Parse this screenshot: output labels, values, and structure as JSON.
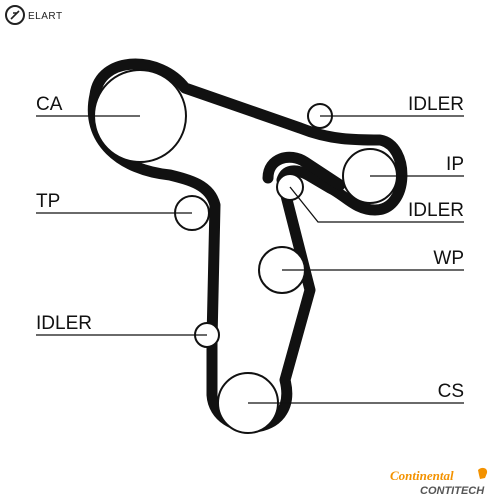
{
  "brand": {
    "name": "ELART"
  },
  "labels": {
    "ca": "CA",
    "tp": "TP",
    "idler_left": "IDLER",
    "idler_top": "IDLER",
    "ip": "IP",
    "idler_right": "IDLER",
    "wp": "WP",
    "cs": "CS"
  },
  "logo": {
    "line1": "Continental",
    "line2": "CONTITECH"
  },
  "colors": {
    "belt": "#111111",
    "logo_accent": "#f39200",
    "logo_secondary": "#555555"
  }
}
